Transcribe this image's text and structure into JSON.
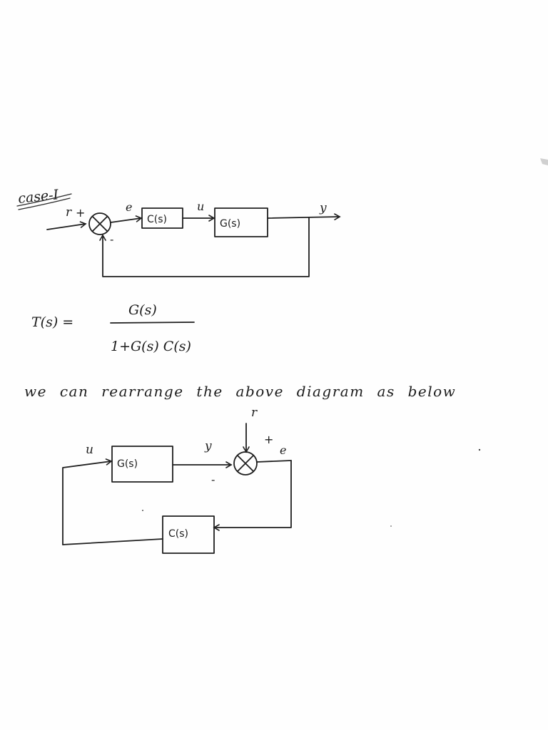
{
  "heading": "case-I",
  "diagram1": {
    "input_label": "r",
    "plus_sign": "+",
    "minus_sign": "-",
    "error_label": "e",
    "controller_label": "C(s)",
    "control_label": "u",
    "plant_label": "G(s)",
    "output_label": "y"
  },
  "equation": {
    "lhs": "T(s) =",
    "numerator": "G(s)",
    "denominator": "1+G(s) C(s)"
  },
  "sentence": "we can rearrange the above diagram as below",
  "diagram2": {
    "control_label": "u",
    "plant_label": "G(s)",
    "output_label": "y",
    "minus_sign": "-",
    "input_label": "r",
    "plus_sign": "+",
    "error_label": "e",
    "controller_label": "C(s)"
  }
}
